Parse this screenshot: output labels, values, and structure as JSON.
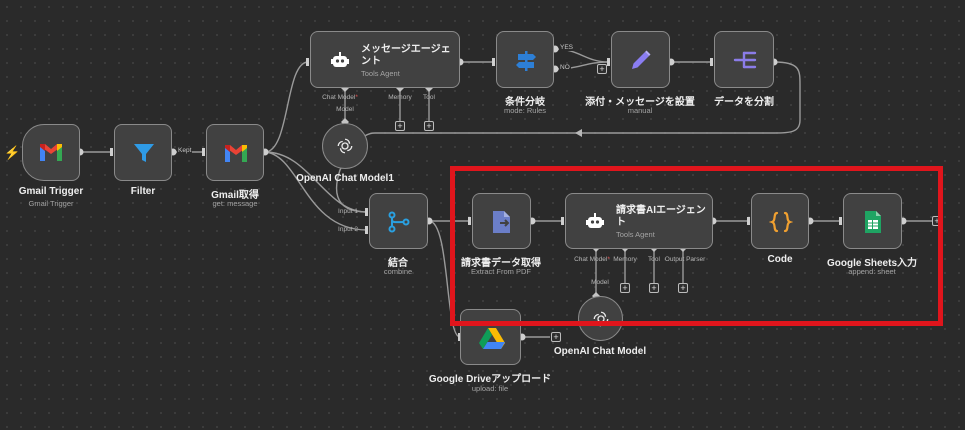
{
  "canvas": {
    "nodes": {
      "gmail_trigger": {
        "label": "Gmail Trigger",
        "subtitle": "Gmail Trigger"
      },
      "filter": {
        "label": "Filter"
      },
      "gmail_get": {
        "label": "Gmail取得",
        "subtitle": "get: message"
      },
      "message_agent": {
        "title": "メッセージエージェント",
        "subtitle": "Tools Agent",
        "ports": {
          "chat_model": "Chat Model",
          "required_mark": "*",
          "memory": "Memory",
          "tool": "Tool"
        }
      },
      "rules": {
        "label": "条件分岐",
        "subtitle": "mode: Rules"
      },
      "attach_message": {
        "label": "添付・メッセージを設置",
        "subtitle": "manual"
      },
      "split_data": {
        "label": "データを分割"
      },
      "openai_model_1": {
        "label": "OpenAI Chat Model1"
      },
      "merge": {
        "label": "結合",
        "subtitle": "combine",
        "inputs": [
          "Input 1",
          "Input 2"
        ]
      },
      "extract_invoice": {
        "label": "請求書データ取得",
        "subtitle": "Extract From PDF"
      },
      "invoice_agent": {
        "title": "請求書AIエージェント",
        "subtitle": "Tools Agent",
        "ports": {
          "chat_model": "Chat Model",
          "required_mark": "*",
          "memory": "Memory",
          "tool": "Tool",
          "output_parser": "Output Parser"
        }
      },
      "code": {
        "label": "Code"
      },
      "sheets": {
        "label": "Google Sheets入力",
        "subtitle": "append: sheet"
      },
      "openai_model": {
        "label": "OpenAI Chat Model"
      },
      "drive_upload": {
        "label": "Google Driveアップロード",
        "subtitle": "upload: file"
      }
    },
    "edge_labels": {
      "kept": "Kept",
      "yes": "YES",
      "no": "NO",
      "model_1": "Model",
      "model_2": "Model"
    },
    "plus_symbol": "+"
  },
  "colors": {
    "background": "#2a2a2a",
    "node_fill": "#414141",
    "node_border": "#8a8a8a",
    "highlight_box": "#e0151c",
    "filter_icon": "#2f9be6",
    "agent_icon": "#ffffff",
    "rules_icon": "#2d7fd6",
    "edit_icon": "#8a7df2",
    "split_icon": "#8b7ce8",
    "merge_icon": "#2aa0e0",
    "extract_icon": "#6b7ec8",
    "code_icon": "#f0a030",
    "sheets_icon": "#1fa463",
    "trigger_bolt": "#ff6a3d"
  },
  "icons": {
    "gmail": "gmail-icon",
    "filter": "filter-funnel-icon",
    "agent": "robot-icon",
    "rules": "signpost-icon",
    "edit": "pencil-icon",
    "split": "split-icon",
    "openai": "openai-logo-icon",
    "merge": "merge-icon",
    "extract": "document-arrow-icon",
    "code": "curly-braces-icon",
    "sheets": "google-sheets-icon",
    "drive": "google-drive-icon",
    "trigger": "lightning-bolt-icon"
  }
}
